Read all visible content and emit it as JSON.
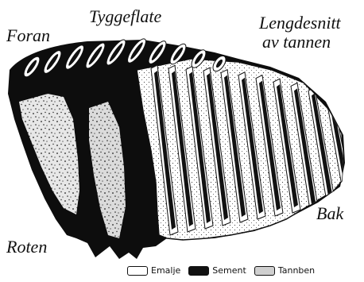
{
  "labels": {
    "tyggeflate": "Tyggeflate",
    "foran": "Foran",
    "lengdesnitt_line1": "Lengdesnitt",
    "lengdesnitt_line2": "av tannen",
    "roten": "Roten",
    "bak": "Bak"
  },
  "legend": [
    {
      "label": "Emalje",
      "color": "#ffffff"
    },
    {
      "label": "Sement",
      "color": "#111111"
    },
    {
      "label": "Tannben",
      "color": "#cfcfcf"
    }
  ]
}
